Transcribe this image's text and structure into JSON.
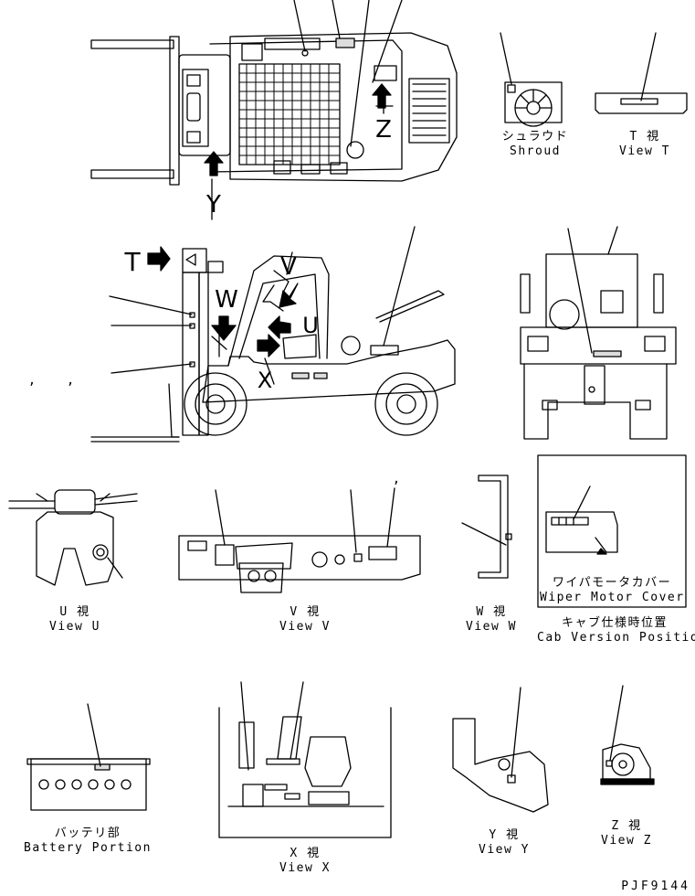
{
  "views": {
    "shroud": {
      "jp": "シュラウド",
      "en": "Shroud"
    },
    "t": {
      "jp": "T 視",
      "en": "View T"
    },
    "u": {
      "jp": "U 視",
      "en": "View U"
    },
    "v": {
      "jp": "V 視",
      "en": "View V"
    },
    "w": {
      "jp": "W 視",
      "en": "View W"
    },
    "wiper": {
      "jp": "ワイパモータカバー",
      "en": "Wiper Motor Cover"
    },
    "cab": {
      "jp": "キャブ仕様時位置",
      "en": "Cab Version Position"
    },
    "battery": {
      "jp": "バッテリ部",
      "en": "Battery Portion"
    },
    "x": {
      "jp": "X 視",
      "en": "View X"
    },
    "y": {
      "jp": "Y 視",
      "en": "View Y"
    },
    "z": {
      "jp": "Z 視",
      "en": "View Z"
    }
  },
  "markers": {
    "t": "T",
    "u": "U",
    "v": "V",
    "w": "W",
    "x": "X",
    "y": "Y",
    "z": "Z"
  },
  "side_commas": ",    ,",
  "v_comma": ",",
  "part_code": "PJF9144"
}
